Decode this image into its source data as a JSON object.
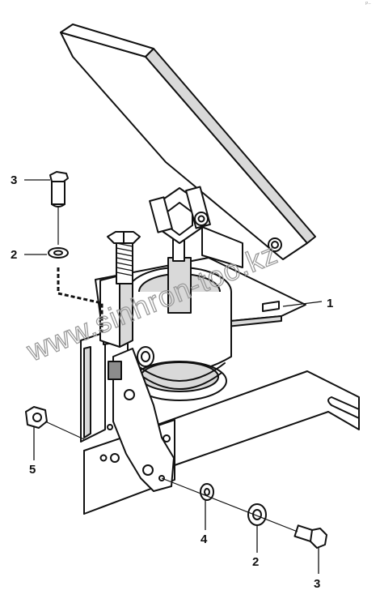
{
  "figure": {
    "page_tag": "P--",
    "watermark": "www.sinhron-too.kz",
    "callouts": [
      {
        "id": "c1",
        "label": "1"
      },
      {
        "id": "c2a",
        "label": "2"
      },
      {
        "id": "c2b",
        "label": "2"
      },
      {
        "id": "c3a",
        "label": "3"
      },
      {
        "id": "c3b",
        "label": "3"
      },
      {
        "id": "c4",
        "label": "4"
      },
      {
        "id": "c5",
        "label": "5"
      }
    ]
  }
}
